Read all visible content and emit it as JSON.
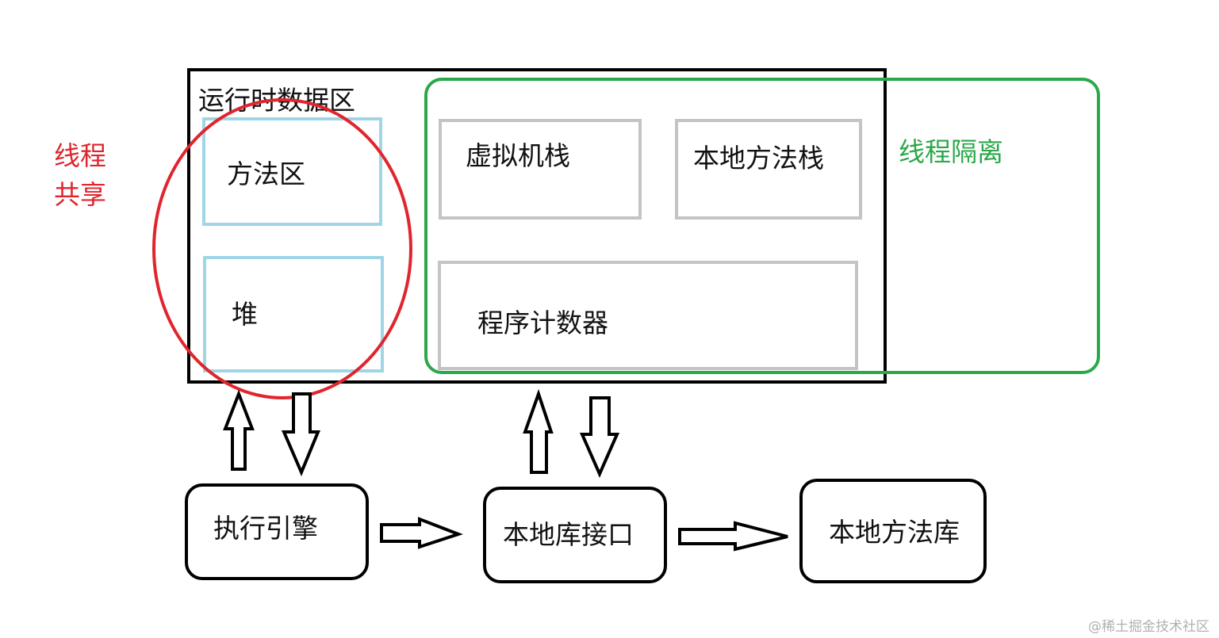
{
  "runtime_area": {
    "label": "运行时数据区"
  },
  "shared": {
    "label_line1": "线程",
    "label_line2": "共享",
    "color": "#e0252d"
  },
  "isolated": {
    "label": "线程隔离",
    "color": "#2aa84a"
  },
  "regions": {
    "method_area": "方法区",
    "heap": "堆",
    "vm_stack": "虚拟机栈",
    "native_method_stack": "本地方法栈",
    "program_counter": "程序计数器"
  },
  "components": {
    "execution_engine": "执行引擎",
    "native_interface": "本地库接口",
    "native_library": "本地方法库"
  },
  "watermark": "@稀土掘金技术社区"
}
